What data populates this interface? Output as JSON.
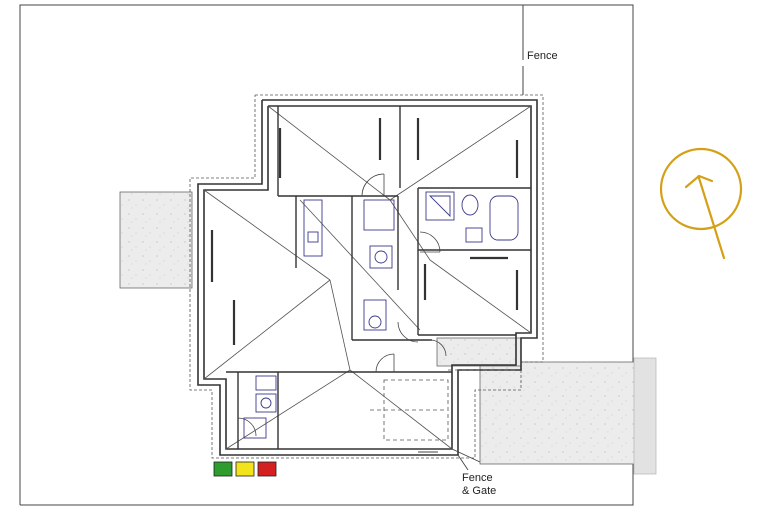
{
  "labels": {
    "fence": "Fence",
    "fence_gate_line1": "Fence",
    "fence_gate_line2": "& Gate"
  },
  "colors": {
    "line": "#333333",
    "paving": "#e9e9e9",
    "compass": "#d4a017",
    "swatch_green": "#2e9d2e",
    "swatch_yellow": "#f2e31b",
    "swatch_red": "#d42020",
    "fixture": "#3a3a8a"
  },
  "icons": {
    "north_arrow": "north-arrow-icon"
  }
}
